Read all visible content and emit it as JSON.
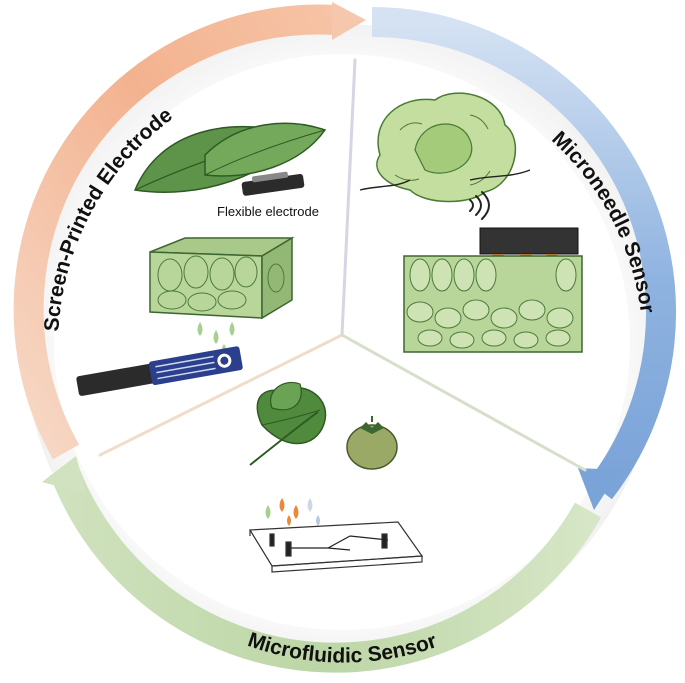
{
  "sections": {
    "screen_printed": {
      "label": "Screen-Printed Electrode",
      "caption": "Flexible electrode"
    },
    "microneedle": {
      "label": "Microneedle Sensor"
    },
    "microfluidic": {
      "label": "Microfluidic Sensor"
    }
  },
  "colors": {
    "screen_printed_arrow": "#f3b28f",
    "microneedle_arrow": "#8fb3e0",
    "microfluidic_arrow": "#bcd6a6",
    "leaf_dark": "#4f8a3d",
    "leaf_light": "#9cc27e",
    "tissue": "#b9d69a",
    "strip_blue": "#2b3f8c"
  },
  "icons": [
    "leaf-icon",
    "lettuce-icon",
    "tomato-icon",
    "electrode-strip-icon",
    "microneedle-array-icon",
    "microfluidic-chip-icon",
    "signal-wave-icon",
    "droplet-icon"
  ]
}
